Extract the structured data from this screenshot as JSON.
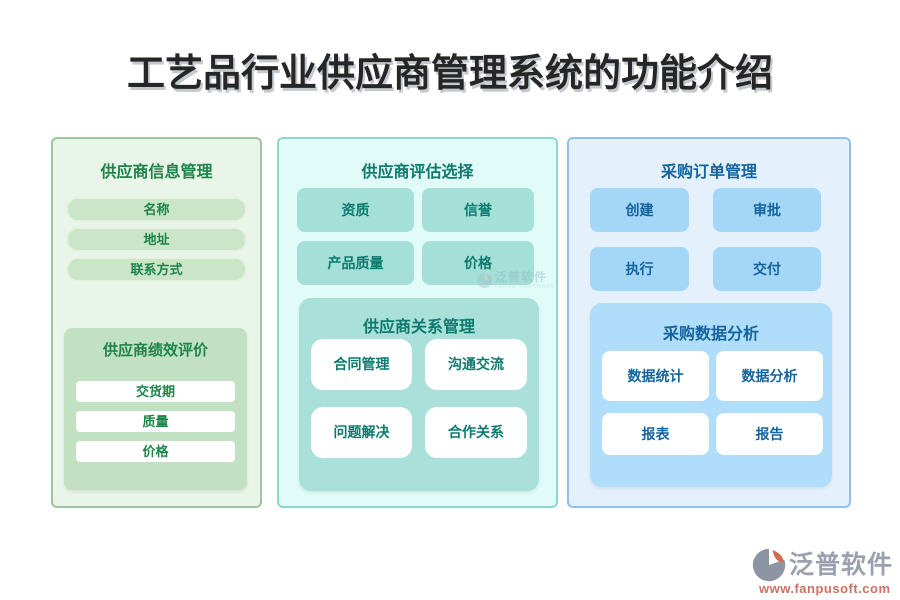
{
  "title": "工艺品行业供应商管理系统的功能介绍",
  "columns": [
    {
      "theme": "green",
      "top_group": {
        "title": "供应商信息管理",
        "items": [
          "名称",
          "地址",
          "联系方式"
        ]
      },
      "bottom_group": {
        "title": "供应商绩效评价",
        "items": [
          "交货期",
          "质量",
          "价格"
        ]
      }
    },
    {
      "theme": "teal",
      "top_group": {
        "title": "供应商评估选择",
        "items": [
          "资质",
          "信誉",
          "产品质量",
          "价格"
        ]
      },
      "bottom_group": {
        "title": "供应商关系管理",
        "items": [
          "合同管理",
          "沟通交流",
          "问题解决",
          "合作关系"
        ]
      }
    },
    {
      "theme": "blue",
      "top_group": {
        "title": "采购订单管理",
        "items": [
          "创建",
          "审批",
          "执行",
          "交付"
        ]
      },
      "bottom_group": {
        "title": "采购数据分析",
        "items": [
          "数据统计",
          "数据分析",
          "报表",
          "报告"
        ]
      }
    }
  ],
  "watermark": {
    "brand": "泛普软件",
    "subtitle": "FANPU SOFTWARE"
  },
  "footer": {
    "brand": "泛普软件",
    "url": "www.fanpusoft.com"
  },
  "colors": {
    "title-color": "#262626",
    "green-accent": "#1e8449",
    "green-panel": "#e9f5e9",
    "green-border": "#9fc49f",
    "green-button": "#cbe5c8",
    "green-sub": "#c2e1c2",
    "teal-accent": "#0d7a6d",
    "teal-panel": "#e0fbf8",
    "teal-border": "#8bd8ce",
    "teal-button": "#a4dfd8",
    "teal-sub": "#a9e0da",
    "blue-accent": "#15649f",
    "blue-panel": "#e4f1fd",
    "blue-border": "#8ec2ee",
    "blue-button": "#a3d6f7",
    "blue-sub": "#b0ddfa",
    "logo-gray": "#8d94a3",
    "logo-orange": "#d2694f",
    "footer-text": "#9aa0ae",
    "footer-url": "#cc7164"
  }
}
